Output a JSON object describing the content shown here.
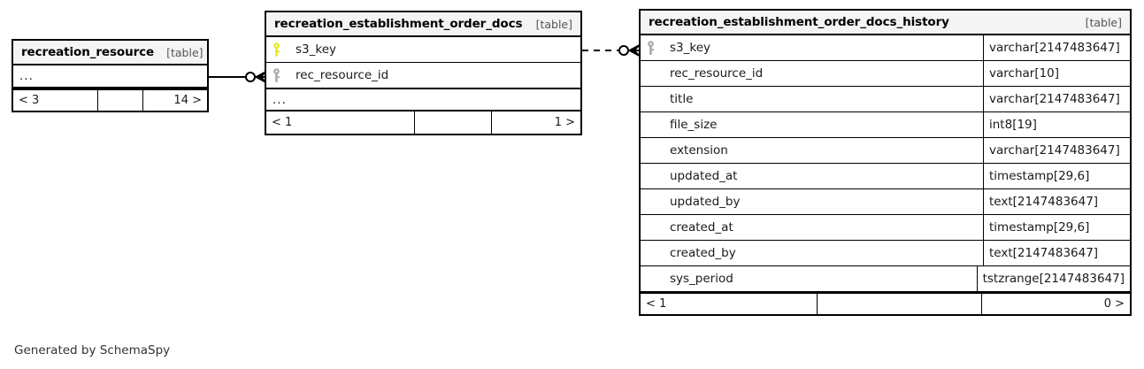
{
  "diagram": {
    "generator_note": "Generated by SchemaSpy",
    "table_tag": "[table]",
    "ellipsis": "..."
  },
  "tables": [
    {
      "id": "recreation_resource",
      "name": "recreation_resource",
      "tag": "[table]",
      "has_ellipsis_row": true,
      "ellipsis": "...",
      "columns": [],
      "footer": {
        "left": "< 3",
        "middle": "",
        "right": "14 >"
      }
    },
    {
      "id": "recreation_establishment_order_docs",
      "name": "recreation_establishment_order_docs",
      "tag": "[table]",
      "has_ellipsis_row": true,
      "ellipsis": "...",
      "columns": [
        {
          "name": "s3_key",
          "key": "primary",
          "key_icon": "key-icon-yellow",
          "type": ""
        },
        {
          "name": "rec_resource_id",
          "key": "foreign",
          "key_icon": "key-icon-gray",
          "type": ""
        }
      ],
      "footer": {
        "left": "< 1",
        "middle": "",
        "right": "1 >"
      }
    },
    {
      "id": "recreation_establishment_order_docs_history",
      "name": "recreation_establishment_order_docs_history",
      "tag": "[table]",
      "has_ellipsis_row": false,
      "ellipsis": "",
      "columns": [
        {
          "name": "s3_key",
          "key": "foreign",
          "key_icon": "key-icon-gray",
          "type": "varchar[2147483647]"
        },
        {
          "name": "rec_resource_id",
          "key": "none",
          "key_icon": "",
          "type": "varchar[10]"
        },
        {
          "name": "title",
          "key": "none",
          "key_icon": "",
          "type": "varchar[2147483647]"
        },
        {
          "name": "file_size",
          "key": "none",
          "key_icon": "",
          "type": "int8[19]"
        },
        {
          "name": "extension",
          "key": "none",
          "key_icon": "",
          "type": "varchar[2147483647]"
        },
        {
          "name": "updated_at",
          "key": "none",
          "key_icon": "",
          "type": "timestamp[29,6]"
        },
        {
          "name": "updated_by",
          "key": "none",
          "key_icon": "",
          "type": "text[2147483647]"
        },
        {
          "name": "created_at",
          "key": "none",
          "key_icon": "",
          "type": "timestamp[29,6]"
        },
        {
          "name": "created_by",
          "key": "none",
          "key_icon": "",
          "type": "text[2147483647]"
        },
        {
          "name": "sys_period",
          "key": "none",
          "key_icon": "",
          "type": "tstzrange[2147483647]"
        }
      ],
      "footer": {
        "left": "< 1",
        "middle": "",
        "right": "0 >"
      }
    }
  ],
  "relationships": [
    {
      "id": "rel-resource-to-docs",
      "from": "recreation_resource",
      "to": "recreation_establishment_order_docs",
      "style": "solid",
      "end_marker": "crows-foot-optional"
    },
    {
      "id": "rel-docs-to-history",
      "from": "recreation_establishment_order_docs",
      "to": "recreation_establishment_order_docs_history",
      "style": "dashed",
      "end_marker": "crows-foot-optional"
    }
  ],
  "colors": {
    "primary_key": "#e8e81e",
    "foreign_key": "#a8a8a8",
    "border": "#000000",
    "header_bg": "#f4f4f4",
    "page_bg": "#ffffff"
  }
}
